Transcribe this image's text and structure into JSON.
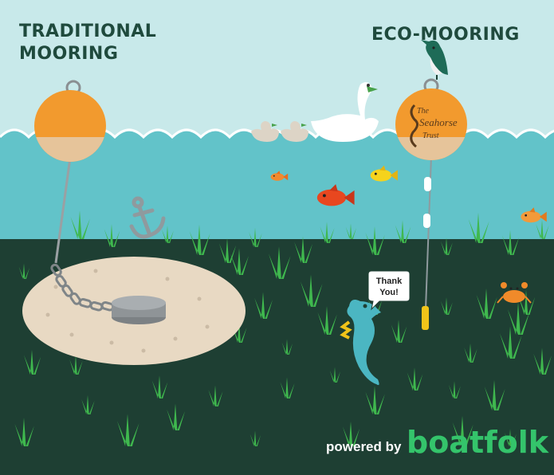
{
  "titles": {
    "traditional_line1": "TRADITIONAL",
    "traditional_line2": "MOORING",
    "eco": "ECO-MOORING"
  },
  "speech_bubble": {
    "line1": "Thank",
    "line2": "You!"
  },
  "buoy_logo": {
    "line1": "The",
    "line2": "Seahorse",
    "line3": "Trust"
  },
  "footer": {
    "powered_by": "powered by",
    "brand": "boatfolk"
  },
  "colors": {
    "sky": "#c8e9ea",
    "sea": "#62c3c9",
    "seabed": "#1e3f33",
    "buoy": "#f29a2e",
    "sand": "#e8d9c3",
    "brand_green": "#34c46b",
    "title_text": "#1f4a3d"
  },
  "icons": [
    "anchor-icon",
    "kingfisher-icon",
    "swan-icon",
    "duck-icon",
    "seahorse-icon",
    "crab-icon",
    "fish-icon"
  ]
}
